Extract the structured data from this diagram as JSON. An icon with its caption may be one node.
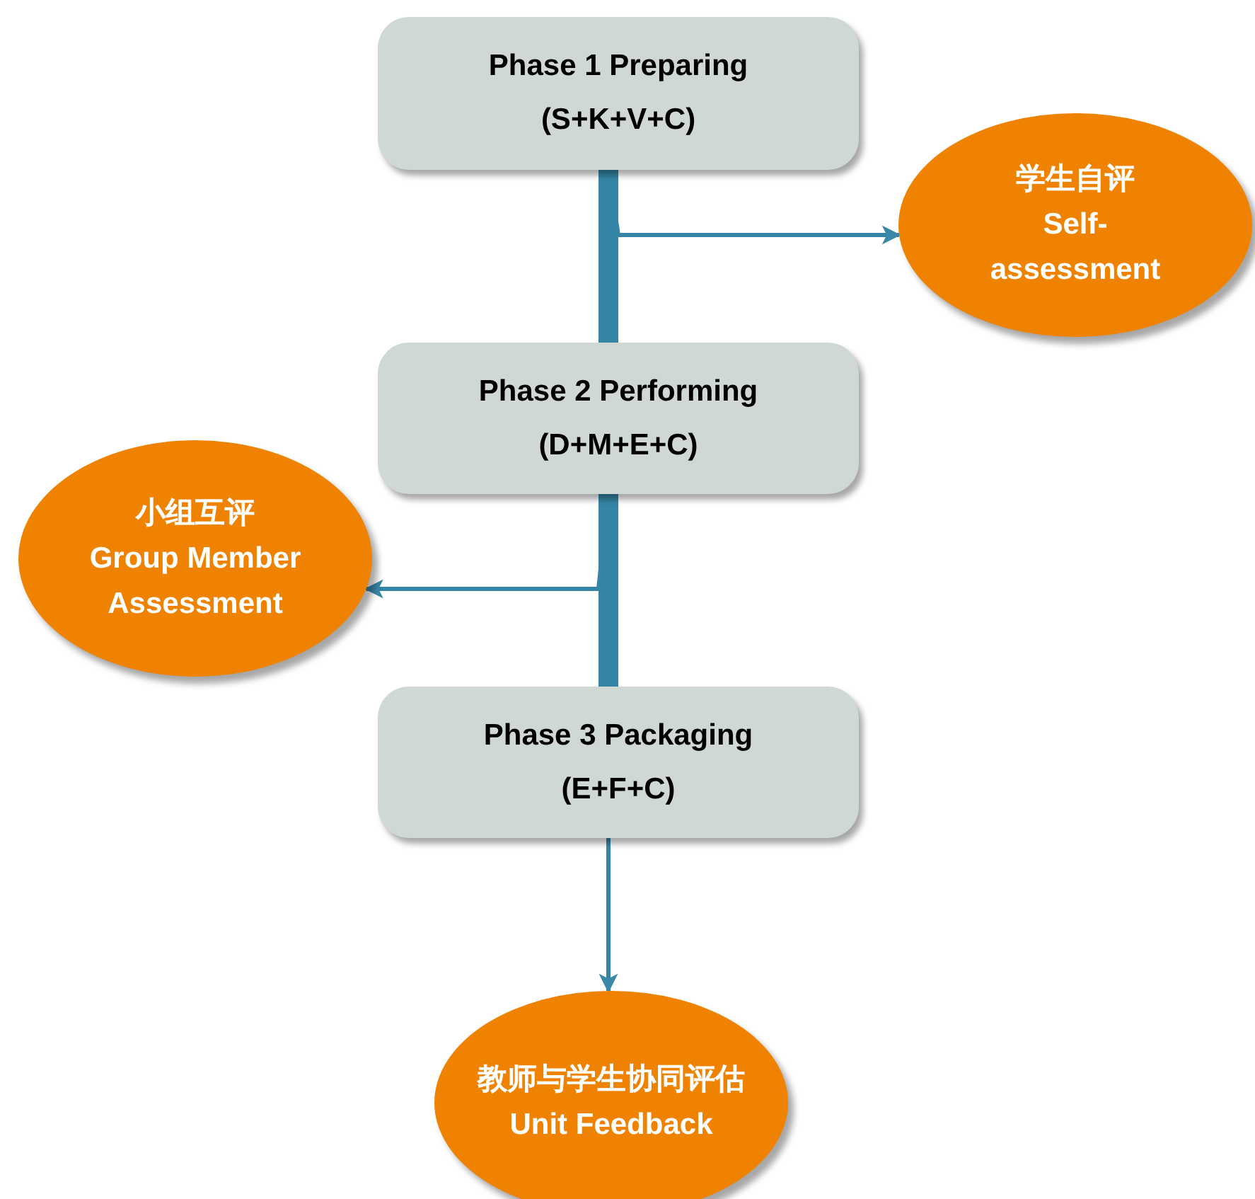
{
  "diagram": {
    "nodes": [
      {
        "text": [
          "Phase 1 Preparing",
          "(S+K+V+C)"
        ]
      },
      {
        "text": [
          "学生自评",
          "Self-assessment"
        ]
      },
      {
        "text": [
          "Phase 2 Performing",
          "(D+M+E+C)"
        ]
      },
      {
        "text": [
          "小组互评",
          "Group Member Assessment"
        ]
      },
      {
        "text": [
          "Phase 3 Packaging",
          "(E+F+C)"
        ]
      },
      {
        "text": [
          "教师与学生协同评估",
          "Unit Feedback"
        ]
      }
    ],
    "edges": [
      {
        "from": 0,
        "to": 2,
        "arrow": "none",
        "style": "thick"
      },
      {
        "from": 2,
        "to": 4,
        "arrow": "none",
        "style": "thick"
      },
      {
        "from": 0,
        "to": 1,
        "arrow": "to"
      },
      {
        "from": 2,
        "to": 3,
        "arrow": "to"
      },
      {
        "from": 4,
        "to": 5,
        "arrow": "to"
      }
    ]
  }
}
